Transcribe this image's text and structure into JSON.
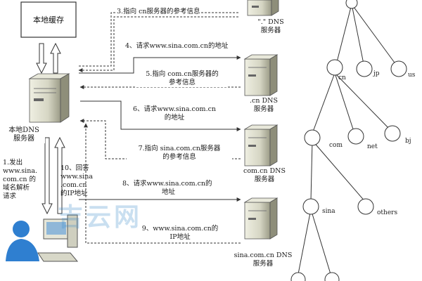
{
  "local_cache": "本地缓存",
  "local_dns": {
    "line1": "本地DNS",
    "line2": "服务器"
  },
  "client_request": [
    "1.发出",
    "www.sina.",
    "com.cn 的",
    "域名解析",
    "请求"
  ],
  "client_answer": [
    "10、回答",
    "www.sina",
    ".com.cn",
    "的IP地址"
  ],
  "servers": {
    "root": {
      "line1": "\".\" DNS",
      "line2": "服务器"
    },
    "cn": {
      "line1": ".cn DNS",
      "line2": "服务器"
    },
    "com_cn": {
      "line1": "com.cn DNS",
      "line2": "服务器"
    },
    "sina": {
      "line1": "sina.com.cn DNS",
      "line2": "服务器"
    }
  },
  "steps": {
    "s3": "3.指向 cn服务器的参考信息",
    "s4": "4、请求www.sina.com.cn的地址",
    "s5": [
      "5.指向 com.cn服务器的",
      "参考信息"
    ],
    "s6": [
      "6、请求www.sina.com.cn",
      "的地址"
    ],
    "s7": [
      "7.指向 sina.com.cn服务器",
      "的参考信息"
    ],
    "s8": [
      "8、请求www.sina.com.cn的",
      "地址"
    ],
    "s9": [
      "9、www.sina.com.cn的",
      "IP地址"
    ]
  },
  "tree": {
    "cn": "cn",
    "jp": "jp",
    "us": "us",
    "com": "com",
    "net": "net",
    "bj": "bj",
    "sina": "sina",
    "others": "others"
  },
  "watermark": "吉云网",
  "colors": {
    "line": "#333333",
    "server_body": "#d8d8c8",
    "server_dark": "#9a9a86",
    "person": "#2f7fd0"
  }
}
